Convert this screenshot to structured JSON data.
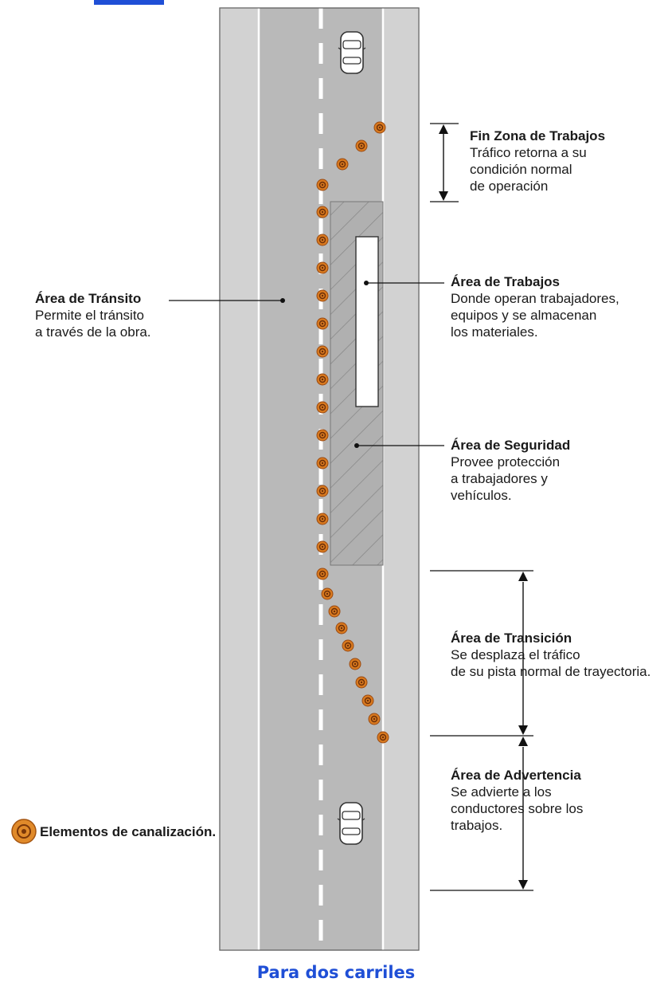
{
  "colors": {
    "road": "#b9b9b9",
    "shoulder": "#d2d2d2",
    "cone_outer": "#d97a1f",
    "cone_inner": "#8a3e10",
    "hatch_bg": "#b0b0b0",
    "hatch_line": "#8a8a8a",
    "caption": "#1f4fd6",
    "topbar": "#1f4fd6",
    "car": "#ffffff"
  },
  "labels": {
    "fin_zona": {
      "title": "Fin Zona de Trabajos",
      "lines": [
        "Tráfico retorna a su",
        "condición normal",
        "de operación"
      ]
    },
    "area_transito": {
      "title": "Área de Tránsito",
      "lines": [
        "Permite el tránsito",
        "a través de la obra."
      ]
    },
    "area_trabajos": {
      "title": "Área de Trabajos",
      "lines": [
        "Donde operan trabajadores,",
        "equipos y se almacenan",
        "los materiales."
      ]
    },
    "area_seguridad": {
      "title": "Área de Seguridad",
      "lines": [
        "Provee protección",
        "a trabajadores y",
        "vehículos."
      ]
    },
    "area_transicion": {
      "title": "Área de Transición",
      "lines": [
        "Se desplaza el tráfico",
        "de su pista normal de trayectoria."
      ]
    },
    "area_advertencia": {
      "title": "Área de Advertencia",
      "lines": [
        "Se advierte a los",
        "conductores sobre los",
        "trabajos."
      ]
    }
  },
  "legend": {
    "icon": "traffic-cone-icon",
    "text": "Elementos de canalización."
  },
  "caption": "Para dos carriles"
}
